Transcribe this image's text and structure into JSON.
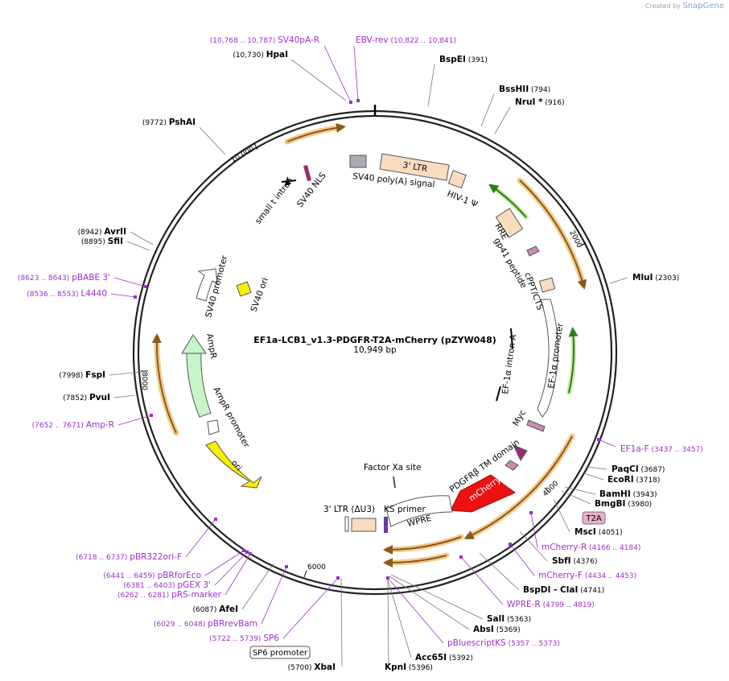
{
  "app": {
    "created_by_label": "Created by",
    "created_by_brand": "SnapGene"
  },
  "plasmid": {
    "name": "EF1a-LCB1_v1.3-PDGFR-T2A-mCherry (pZYW048)",
    "size_label": "10,949 bp",
    "length": 10949
  },
  "ruler_ticks": [
    "2000",
    "4000",
    "6000",
    "8000",
    "10,000"
  ],
  "sites": [
    {
      "name": "BspEI",
      "pos": "(391)",
      "kind": "enzyme"
    },
    {
      "name": "BssHII",
      "pos": "(794)",
      "kind": "enzyme"
    },
    {
      "name": "NruI *",
      "pos": "(916)",
      "kind": "enzyme"
    },
    {
      "name": "MluI",
      "pos": "(2303)",
      "kind": "enzyme"
    },
    {
      "name": "EF1a-F",
      "pos": "(3437 .. 3457)",
      "kind": "primer"
    },
    {
      "name": "PaqCI",
      "pos": "(3687)",
      "kind": "enzyme"
    },
    {
      "name": "EcoRI",
      "pos": "(3718)",
      "kind": "enzyme"
    },
    {
      "name": "BamHI",
      "pos": "(3943)",
      "kind": "enzyme"
    },
    {
      "name": "BmgBI",
      "pos": "(3980)",
      "kind": "enzyme"
    },
    {
      "name": "MscI",
      "pos": "(4051)",
      "kind": "enzyme"
    },
    {
      "name": "mCherry-R",
      "pos": "(4166 .. 4184)",
      "kind": "primer"
    },
    {
      "name": "SbfI",
      "pos": "(4376)",
      "kind": "enzyme"
    },
    {
      "name": "mCherry-F",
      "pos": "(4434 .. 4453)",
      "kind": "primer"
    },
    {
      "name": "BspDI - ClaI",
      "pos": "(4741)",
      "kind": "enzyme"
    },
    {
      "name": "WPRE-R",
      "pos": "(4799 .. 4819)",
      "kind": "primer"
    },
    {
      "name": "SalI",
      "pos": "(5363)",
      "kind": "enzyme"
    },
    {
      "name": "AbsI",
      "pos": "(5369)",
      "kind": "enzyme"
    },
    {
      "name": "pBluescriptKS",
      "pos": "(5357 .. 5373)",
      "kind": "primer"
    },
    {
      "name": "Acc65I",
      "pos": "(5392)",
      "kind": "enzyme"
    },
    {
      "name": "KpnI",
      "pos": "(5396)",
      "kind": "enzyme"
    },
    {
      "name": "XbaI",
      "pos": "(5700)",
      "kind": "enzyme"
    },
    {
      "name": "SP6",
      "pos": "(5722 .. 5739)",
      "kind": "primer"
    },
    {
      "name": "pBRrevBam",
      "pos": "(6029 .. 6048)",
      "kind": "primer"
    },
    {
      "name": "AfeI",
      "pos": "(6087)",
      "kind": "enzyme"
    },
    {
      "name": "pRS-marker",
      "pos": "(6262 .. 6281)",
      "kind": "primer"
    },
    {
      "name": "pGEX 3'",
      "pos": "(6381 .. 6403)",
      "kind": "primer"
    },
    {
      "name": "pBRforEco",
      "pos": "(6441 .. 6459)",
      "kind": "primer"
    },
    {
      "name": "pBR322ori-F",
      "pos": "(6718 .. 6737)",
      "kind": "primer"
    },
    {
      "name": "Amp-R",
      "pos": "(7652 .. 7671)",
      "kind": "primer"
    },
    {
      "name": "PvuI",
      "pos": "(7852)",
      "kind": "enzyme"
    },
    {
      "name": "FspI",
      "pos": "(7998)",
      "kind": "enzyme"
    },
    {
      "name": "L4440",
      "pos": "(8536 .. 8553)",
      "kind": "primer"
    },
    {
      "name": "pBABE 3'",
      "pos": "(8623 .. 8643)",
      "kind": "primer"
    },
    {
      "name": "SfiI",
      "pos": "(8895)",
      "kind": "enzyme"
    },
    {
      "name": "AvrII",
      "pos": "(8942)",
      "kind": "enzyme"
    },
    {
      "name": "PshAI",
      "pos": "(9772)",
      "kind": "enzyme"
    },
    {
      "name": "HpaI",
      "pos": "(10,730)",
      "kind": "enzyme"
    },
    {
      "name": "SV40pA-R",
      "pos": "(10,768 .. 10,787)",
      "kind": "primer"
    },
    {
      "name": "EBV-rev",
      "pos": "(10,822 .. 10,841)",
      "kind": "primer"
    }
  ],
  "features": {
    "ltr3": "3' LTR",
    "sv40_polya": "SV40 poly(A) signal",
    "hiv": "HIV-1 Ψ",
    "rre": "RRE",
    "gp41": "gp41 peptide",
    "cppt": "cPPT/CTS",
    "ef1a_promoter": "EF-1α promoter",
    "ef1a_intron": "EF-1α intron A",
    "myc": "Myc",
    "pdgfr": "PDGFRβ TM domain",
    "t2a": "T2A",
    "mcherry": "mCherry",
    "wpre": "WPRE",
    "ks_primer": "KS primer",
    "factor_xa": "Factor Xa site",
    "ltr_du3": "3' LTR (ΔU3)",
    "sp6_promoter": "SP6 promoter",
    "ori": "ori",
    "ampr_promoter": "AmpR promoter",
    "ampr": "AmpR",
    "sv40_promoter": "SV40 promoter",
    "sv40_ori": "SV40 ori",
    "small_t": "small t intron",
    "sv40_nls": "SV40 NLS"
  },
  "colors": {
    "enzyme": "#000000",
    "primer": "#9b30c9",
    "ring": "#222222"
  }
}
